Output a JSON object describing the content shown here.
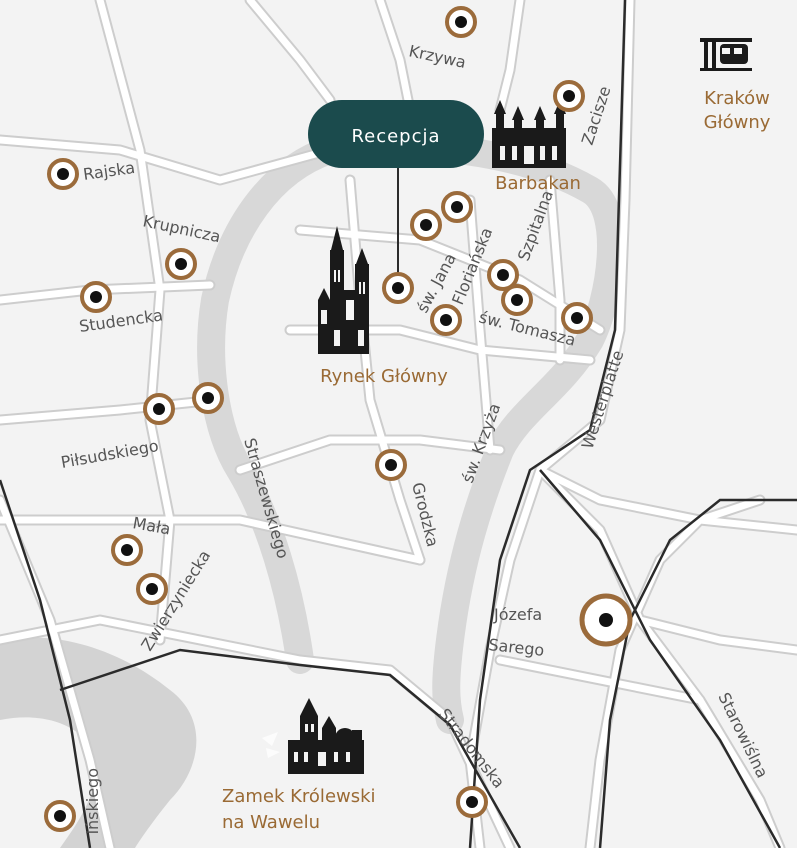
{
  "colors": {
    "background": "#f3f3f3",
    "road": "#ffffff",
    "road_outline": "#cfcfcf",
    "green_belt": "#d9d9d9",
    "river": "#d3d3d3",
    "rail": "#333333",
    "marker_ring": "#9b6b3b",
    "marker_dot": "#111111",
    "reception": "#1b4b4d",
    "place_label": "#9a6a34",
    "street_label": "#555555"
  },
  "reception": {
    "label": "Recepcja"
  },
  "places": {
    "barbakan": "Barbakan",
    "rynek": "Rynek Główny",
    "krakow_glowny_1": "Kraków",
    "krakow_glowny_2": "Główny",
    "wawel_1": "Zamek Królewski",
    "wawel_2": "na Wawelu"
  },
  "streets": {
    "krzywa": "Krzywa",
    "zacisze": "Zacisze",
    "rajska": "Rajska",
    "krupnicza": "Krupnicza",
    "studencka": "Studencka",
    "sw_jana": "św. Jana",
    "florianska": "Floriańska",
    "szpitalna": "Szpitalna",
    "sw_tomasza": "św. Tomasza",
    "westerplatte": "Westerplatte",
    "pilsudskiego": "Piłsudskiego",
    "straszewskiego": "Straszewskiego",
    "sw_krzyza": "św. Krzyża",
    "grodzka": "Grodzka",
    "mala": "Mała",
    "zwierzyniecka": "Zwierzyniecka",
    "jozefa": "Józefa",
    "sarego": "Sarego",
    "stradomska": "Stradomska",
    "starowislna": "Starowiślna",
    "inskiego": "ińskiego"
  },
  "icons": {
    "train": "train-icon",
    "castle": "barbican-icon",
    "church": "st-marys-basilica-icon",
    "wawel": "wawel-castle-icon",
    "marker": "location-marker-icon"
  }
}
